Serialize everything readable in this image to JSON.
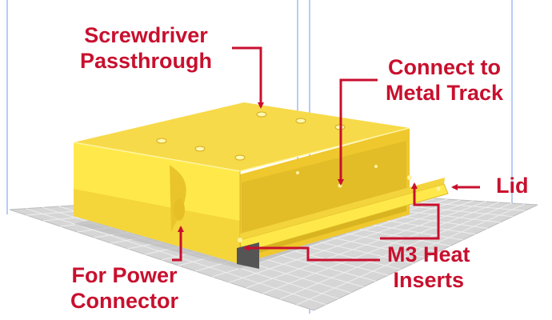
{
  "annotations": {
    "screwdriver": {
      "line1": "Screwdriver",
      "line2": "Passthrough"
    },
    "metal_track": {
      "line1": "Connect to",
      "line2": "Metal Track"
    },
    "lid": {
      "text": "Lid"
    },
    "m3_inserts": {
      "line1": "M3 Heat",
      "line2": "Inserts"
    },
    "power": {
      "line1": "For Power",
      "line2": "Connector"
    }
  },
  "colors": {
    "annotation": "#c8102e",
    "part_top": "#f7da4a",
    "part_front": "#ffe94a",
    "part_side": "#efc82e",
    "part_inner": "#d8b420",
    "bed": "#d6d6d6",
    "bed_grid": "#eeeeee",
    "build_volume": "#88aaee"
  },
  "icons": [
    "arrow-icon"
  ]
}
